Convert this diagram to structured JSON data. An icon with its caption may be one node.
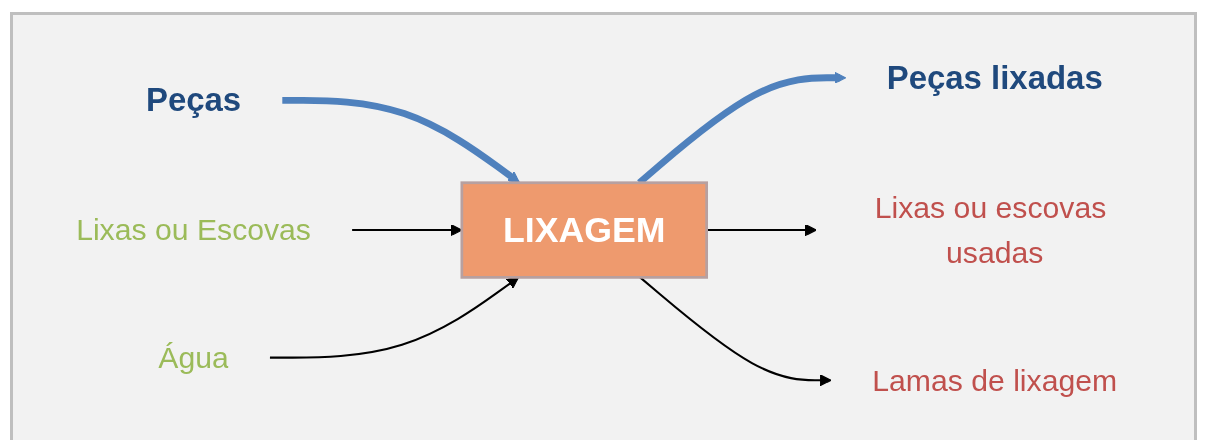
{
  "diagram": {
    "nodes": [
      {
        "text": [
          "Lixas ou Escovas"
        ]
      },
      {
        "text": [
          "Água"
        ]
      },
      {
        "text": [
          "Peças"
        ]
      },
      {
        "text": [
          "LIXAGEM"
        ]
      },
      {
        "text": [
          "Peças lixadas"
        ]
      },
      {
        "text": [
          "Lixas ou escovas usadas"
        ]
      },
      {
        "text": [
          "Lamas de lixagem"
        ]
      }
    ],
    "edges": [
      {
        "from": 2,
        "to": 3,
        "arrow": "to",
        "style": "thick",
        "color": "#4f81bd"
      },
      {
        "from": 3,
        "to": 4,
        "arrow": "to",
        "style": "thick",
        "color": "#4f81bd"
      },
      {
        "from": 0,
        "to": 3,
        "arrow": "to"
      },
      {
        "from": 1,
        "to": 3,
        "arrow": "to"
      },
      {
        "from": 3,
        "to": 5,
        "arrow": "to"
      },
      {
        "from": 3,
        "to": 6,
        "arrow": "to"
      }
    ]
  }
}
